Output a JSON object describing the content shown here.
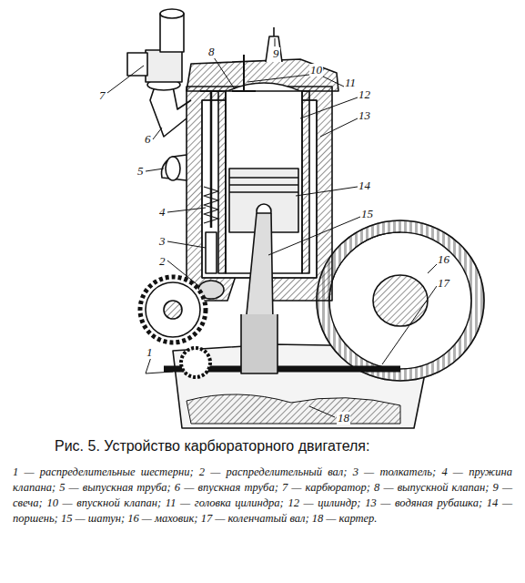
{
  "diagram": {
    "caption": "Рис. 5. Устройство карбюраторного двигателя:",
    "labels": [
      "1",
      "2",
      "3",
      "4",
      "5",
      "6",
      "7",
      "8",
      "9",
      "10",
      "11",
      "12",
      "13",
      "14",
      "15",
      "16",
      "17",
      "18",
      "1 — распределительные шестерни;",
      "2 — распределительный вал;",
      "3 — толкатель;",
      "4 — пружина клапана;",
      "5 — выпускная труба;",
      "6 — впускная труба;",
      "7 — карбюратор;",
      "8 — выпускной клапан;",
      "9 — свеча;",
      "10 — впускной клапан;",
      "11 — головка цилиндра;",
      "12 — цилиндр;",
      "13 — водяная рубашка;",
      "14 — поршень;",
      "15 — шатун;",
      "16 — маховик;",
      "17 — коленчатый вал;",
      "18 — картер."
    ]
  }
}
